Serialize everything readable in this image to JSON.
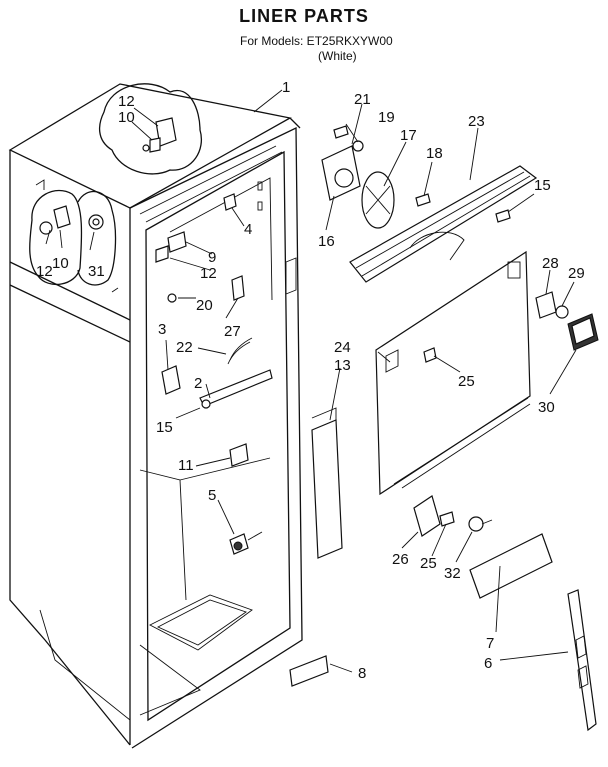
{
  "header": {
    "title": "LINER PARTS",
    "models": "For Models: ET25RKXYW00",
    "color": "(White)"
  },
  "callouts": [
    {
      "id": "c1",
      "label": "1"
    },
    {
      "id": "c2",
      "label": "2"
    },
    {
      "id": "c3",
      "label": "3"
    },
    {
      "id": "c4",
      "label": "4"
    },
    {
      "id": "c5",
      "label": "5"
    },
    {
      "id": "c6",
      "label": "6"
    },
    {
      "id": "c7",
      "label": "7"
    },
    {
      "id": "c8",
      "label": "8"
    },
    {
      "id": "c9",
      "label": "9"
    },
    {
      "id": "c10a",
      "label": "10"
    },
    {
      "id": "c10b",
      "label": "10"
    },
    {
      "id": "c11",
      "label": "11"
    },
    {
      "id": "c12a",
      "label": "12"
    },
    {
      "id": "c12b",
      "label": "12"
    },
    {
      "id": "c12c",
      "label": "12"
    },
    {
      "id": "c13",
      "label": "13"
    },
    {
      "id": "c15a",
      "label": "15"
    },
    {
      "id": "c15b",
      "label": "15"
    },
    {
      "id": "c16",
      "label": "16"
    },
    {
      "id": "c17",
      "label": "17"
    },
    {
      "id": "c18",
      "label": "18"
    },
    {
      "id": "c19",
      "label": "19"
    },
    {
      "id": "c20",
      "label": "20"
    },
    {
      "id": "c21",
      "label": "21"
    },
    {
      "id": "c22",
      "label": "22"
    },
    {
      "id": "c23",
      "label": "23"
    },
    {
      "id": "c24",
      "label": "24"
    },
    {
      "id": "c25a",
      "label": "25"
    },
    {
      "id": "c25b",
      "label": "25"
    },
    {
      "id": "c26",
      "label": "26"
    },
    {
      "id": "c27",
      "label": "27"
    },
    {
      "id": "c28",
      "label": "28"
    },
    {
      "id": "c29",
      "label": "29"
    },
    {
      "id": "c30",
      "label": "30"
    },
    {
      "id": "c31",
      "label": "31"
    },
    {
      "id": "c32",
      "label": "32"
    }
  ]
}
